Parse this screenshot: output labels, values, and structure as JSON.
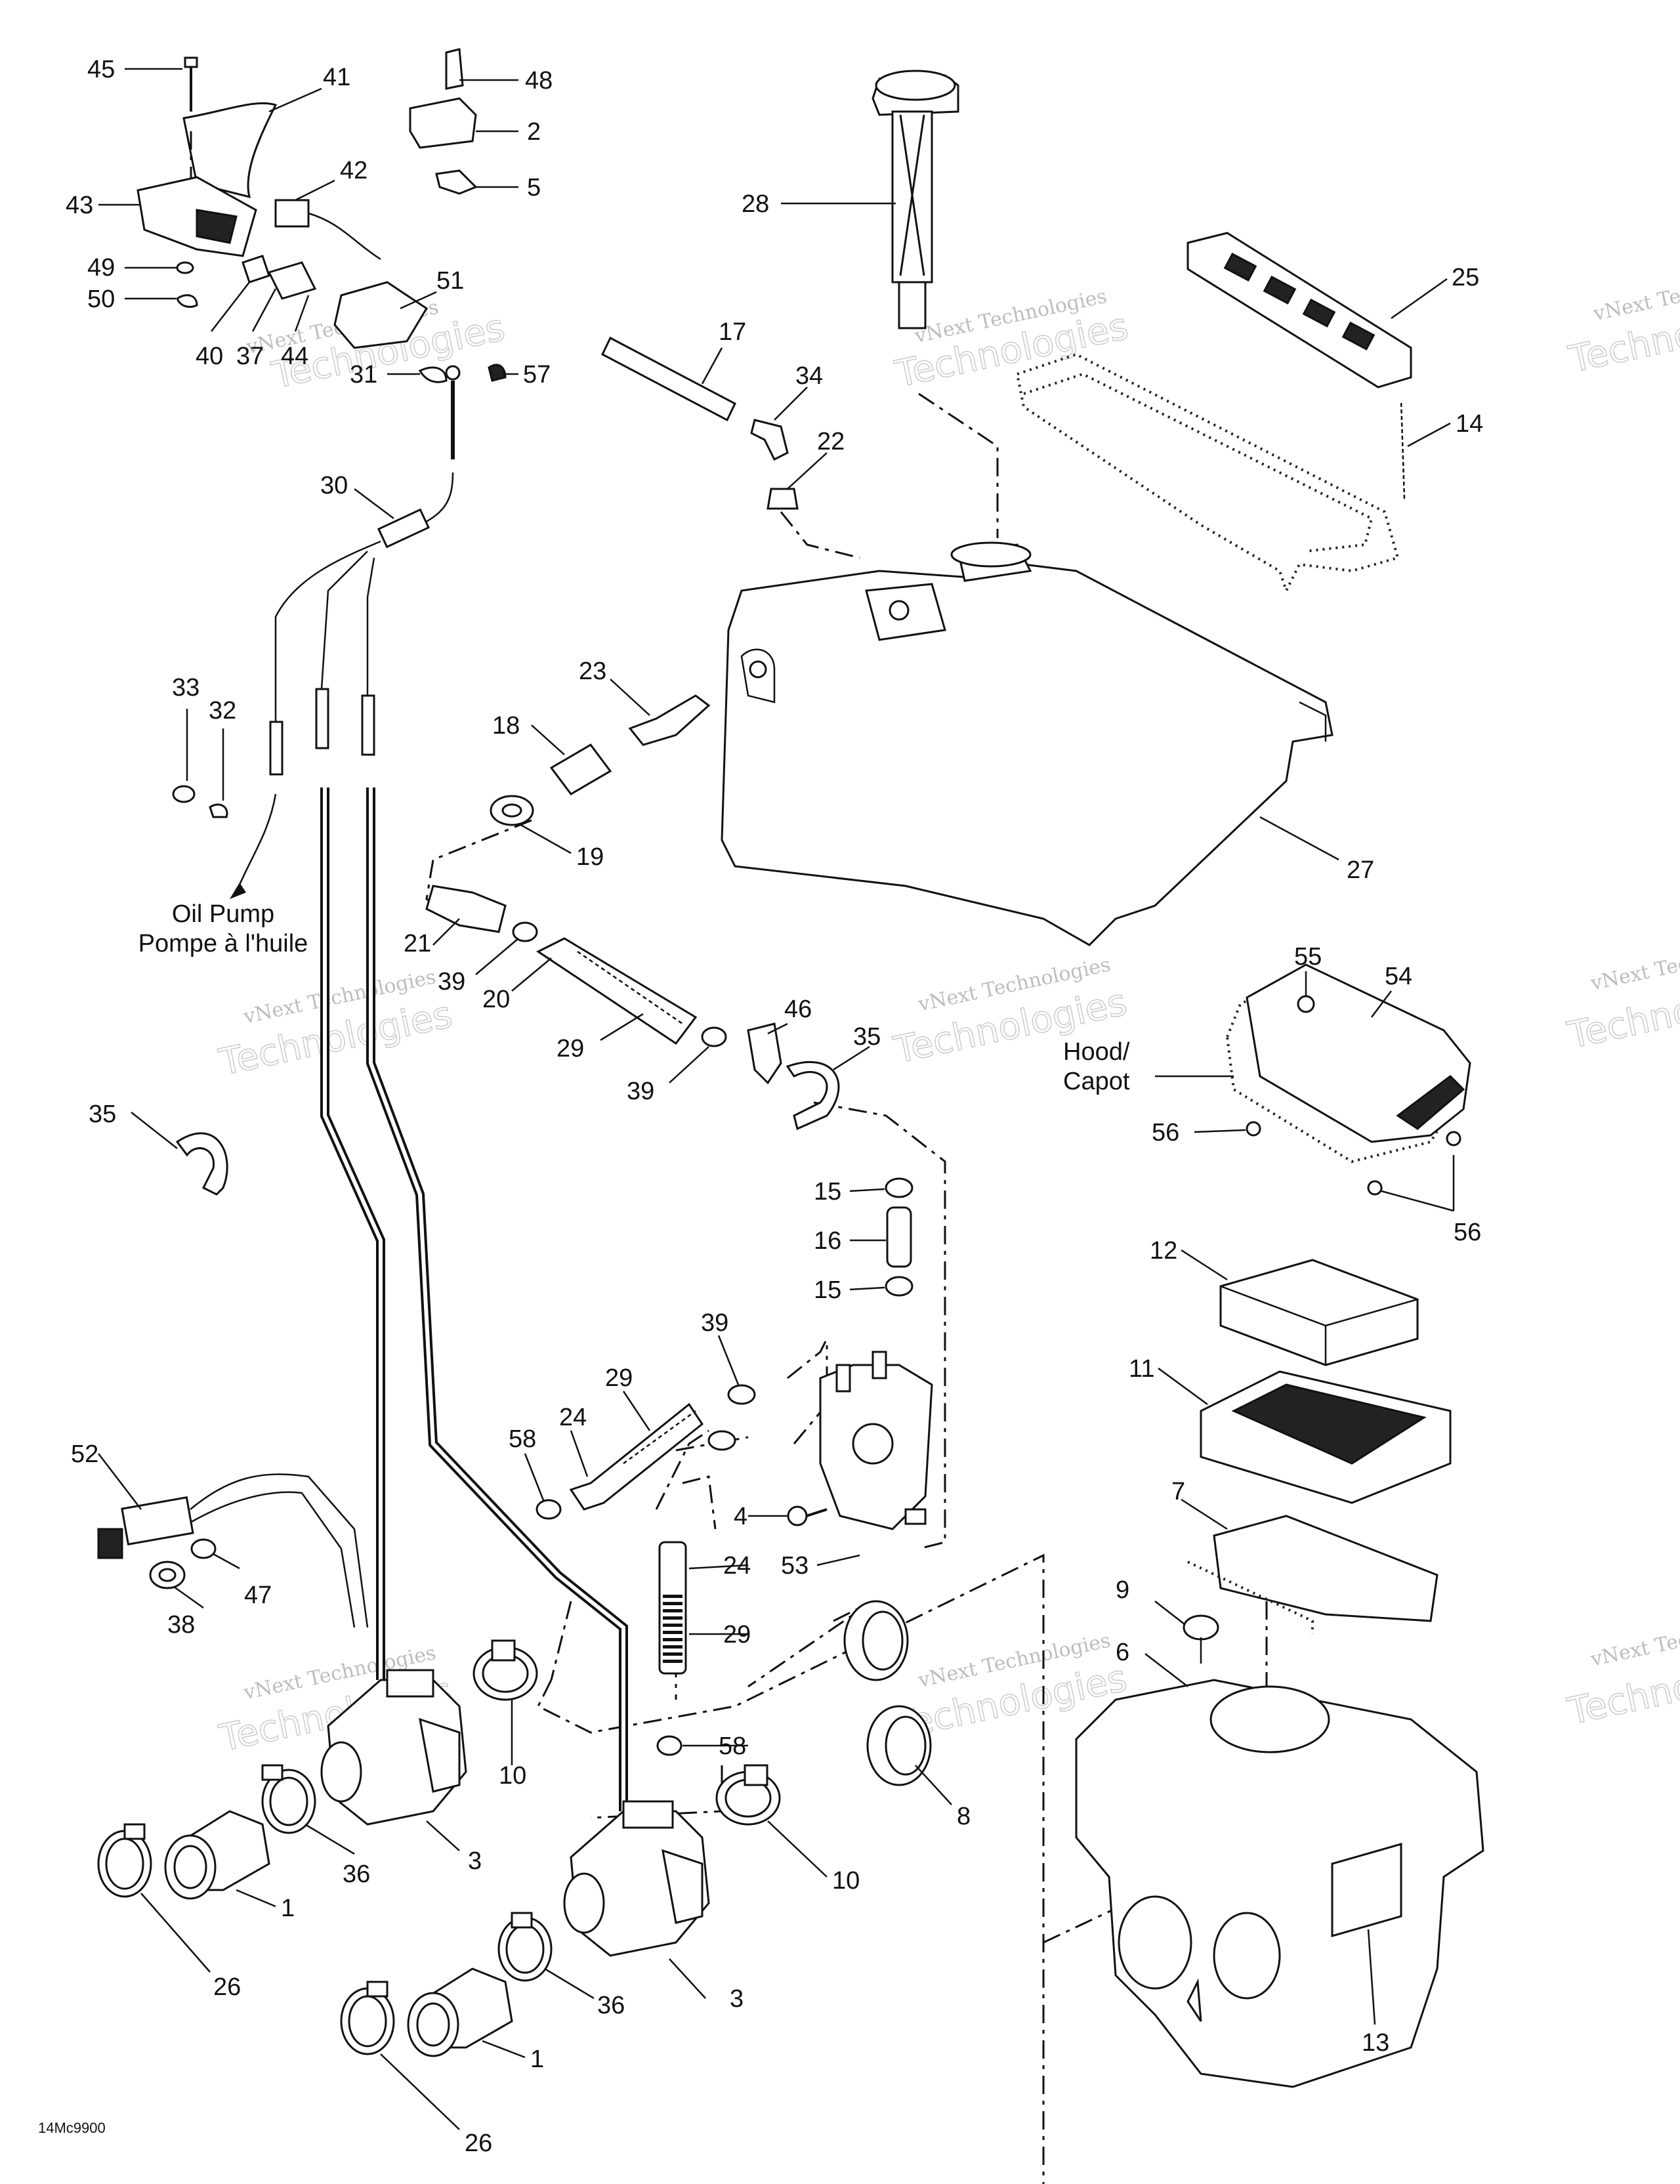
{
  "diagram": {
    "figure_code": "14Mc9900",
    "labels": {
      "oil_pump_en": "Oil Pump",
      "oil_pump_fr": "Pompe à l'huile",
      "hood_en": "Hood/",
      "hood_fr": "Capot"
    },
    "watermark": {
      "line1": "vNext Technologies",
      "line2": "Technologies"
    },
    "callouts": {
      "c45": "45",
      "c41": "41",
      "c48": "48",
      "c2": "2",
      "c5": "5",
      "c43": "43",
      "c42": "42",
      "c49": "49",
      "c50": "50",
      "c51": "51",
      "c40": "40",
      "c37": "37",
      "c44": "44",
      "c31": "31",
      "c57": "57",
      "c28": "28",
      "c25": "25",
      "c17": "17",
      "c34": "34",
      "c22": "22",
      "c14": "14",
      "c30": "30",
      "c33": "33",
      "c32": "32",
      "c23": "23",
      "c18": "18",
      "c19": "19",
      "c27": "27",
      "c21": "21",
      "c39a": "39",
      "c20": "20",
      "c29a": "29",
      "c39b": "39",
      "c46": "46",
      "c35a": "35",
      "c55": "55",
      "c54": "54",
      "c56a": "56",
      "c56b": "56",
      "c35b": "35",
      "c15a": "15",
      "c16": "16",
      "c15b": "15",
      "c12": "12",
      "c11": "11",
      "c39c": "39",
      "c29b": "29",
      "c24a": "24",
      "c58a": "58",
      "c52": "52",
      "c4": "4",
      "c7": "7",
      "c53": "53",
      "c24b": "24",
      "c47": "47",
      "c38": "38",
      "c29c": "29",
      "c9": "9",
      "c6": "6",
      "c10a": "10",
      "c58b": "58",
      "c8": "8",
      "c36a": "36",
      "c3a": "3",
      "c1a": "1",
      "c26a": "26",
      "c10b": "10",
      "c36b": "36",
      "c3b": "3",
      "c1b": "1",
      "c26b": "26",
      "c13": "13"
    }
  }
}
